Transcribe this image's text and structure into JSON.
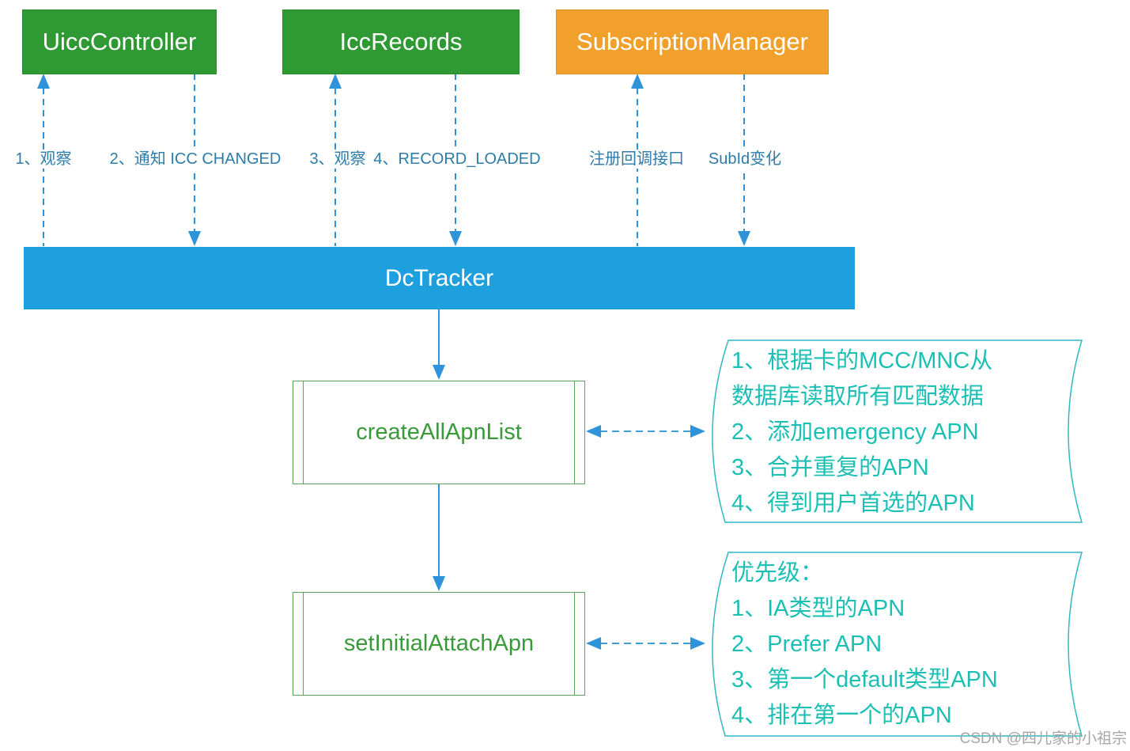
{
  "colors": {
    "box_green": "#2f9a33",
    "box_orange": "#f0a02b",
    "tracker_blue": "#1e9fde",
    "label_blue": "#2d7ca9",
    "process_green": "#3a9a3a",
    "annotation_teal": "#1cbfb4",
    "annotation_stroke": "#2fb8c5",
    "arrow_blue": "#2e93d9"
  },
  "top_boxes": [
    {
      "label": "UiccController"
    },
    {
      "label": "IccRecords"
    },
    {
      "label": "SubscriptionManager"
    }
  ],
  "edge_labels": [
    {
      "text": "1、观察"
    },
    {
      "text": "2、通知 ICC CHANGED"
    },
    {
      "text": "3、观察"
    },
    {
      "text": "4、RECORD_LOADED"
    },
    {
      "text": "注册回调接口"
    },
    {
      "text": "SubId变化"
    }
  ],
  "tracker": {
    "label": "DcTracker"
  },
  "process_boxes": [
    {
      "label": "createAllApnList"
    },
    {
      "label": "setInitialAttachApn"
    }
  ],
  "annotations": [
    {
      "lines": [
        "1、根据卡的MCC/MNC从",
        "数据库读取所有匹配数据",
        "2、添加emergency APN",
        "3、合并重复的APN",
        "4、得到用户首选的APN"
      ]
    },
    {
      "lines": [
        "优先级：",
        "1、IA类型的APN",
        "2、Prefer APN",
        "3、第一个default类型APN",
        "4、排在第一个的APN"
      ]
    }
  ],
  "watermark": "CSDN @四儿家的小祖宗"
}
